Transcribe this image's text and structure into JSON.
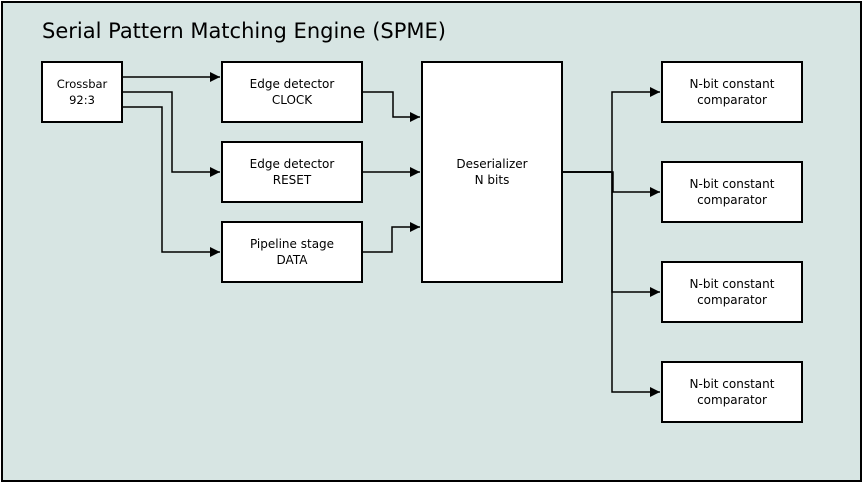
{
  "title": "Serial Pattern Matching Engine (SPME)",
  "colors": {
    "background": "#d7e5e3",
    "stroke": "#000000",
    "box_fill": "#ffffff"
  },
  "blocks": {
    "crossbar": {
      "line1": "Crossbar",
      "line2": "92:3"
    },
    "edge_clock": {
      "line1": "Edge detector",
      "line2": "CLOCK"
    },
    "edge_reset": {
      "line1": "Edge detector",
      "line2": "RESET"
    },
    "pipeline_data": {
      "line1": "Pipeline stage",
      "line2": "DATA"
    },
    "deserializer": {
      "line1": "Deserializer",
      "line2": "N bits"
    },
    "comparators": [
      {
        "line1": "N-bit constant",
        "line2": "comparator"
      },
      {
        "line1": "N-bit constant",
        "line2": "comparator"
      },
      {
        "line1": "N-bit constant",
        "line2": "comparator"
      },
      {
        "line1": "N-bit constant",
        "line2": "comparator"
      }
    ]
  }
}
